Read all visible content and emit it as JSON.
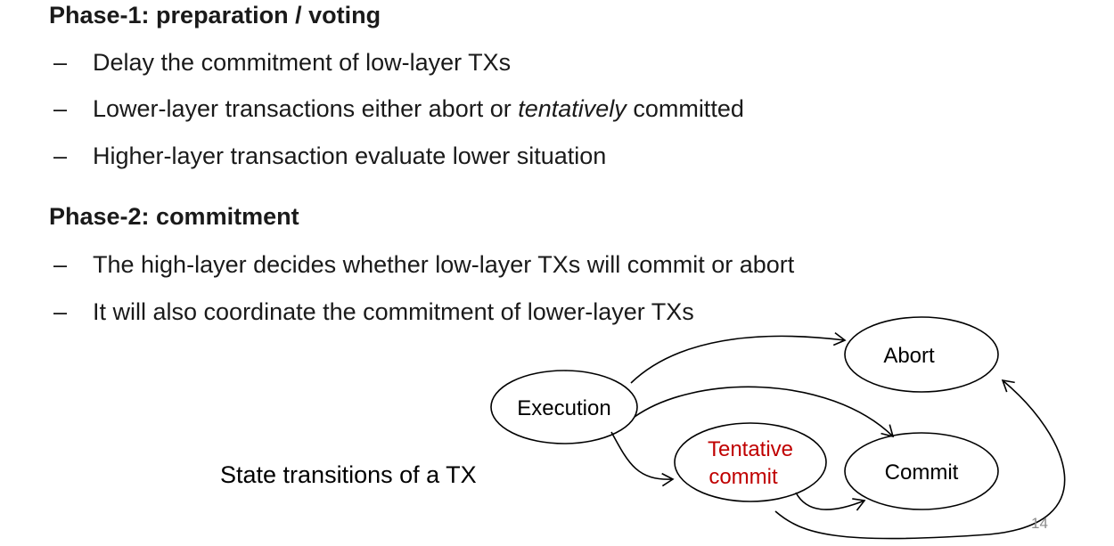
{
  "phase1": {
    "heading": "Phase-1: preparation / voting",
    "bullets": [
      {
        "dash": "–",
        "pre": "Delay the commitment of low-layer TXs",
        "italic": "",
        "post": ""
      },
      {
        "dash": "–",
        "pre": "Lower-layer transactions either abort or ",
        "italic": "tentatively",
        "post": " committed"
      },
      {
        "dash": "–",
        "pre": "Higher-layer transaction evaluate lower situation",
        "italic": "",
        "post": ""
      }
    ]
  },
  "phase2": {
    "heading": "Phase-2: commitment",
    "bullets": [
      {
        "dash": "–",
        "text": "The high-layer decides whether low-layer TXs will commit or abort"
      },
      {
        "dash": "–",
        "text": "It will also coordinate the commitment of lower-layer TXs"
      }
    ]
  },
  "diagram": {
    "caption": "State transitions of a TX",
    "states": {
      "execution": "Execution",
      "abort": "Abort",
      "tentative_line1": "Tentative",
      "tentative_line2": "commit",
      "commit": "Commit"
    },
    "colors": {
      "tentative_text": "#c00000",
      "outline": "#000000"
    }
  },
  "page_number": "14"
}
